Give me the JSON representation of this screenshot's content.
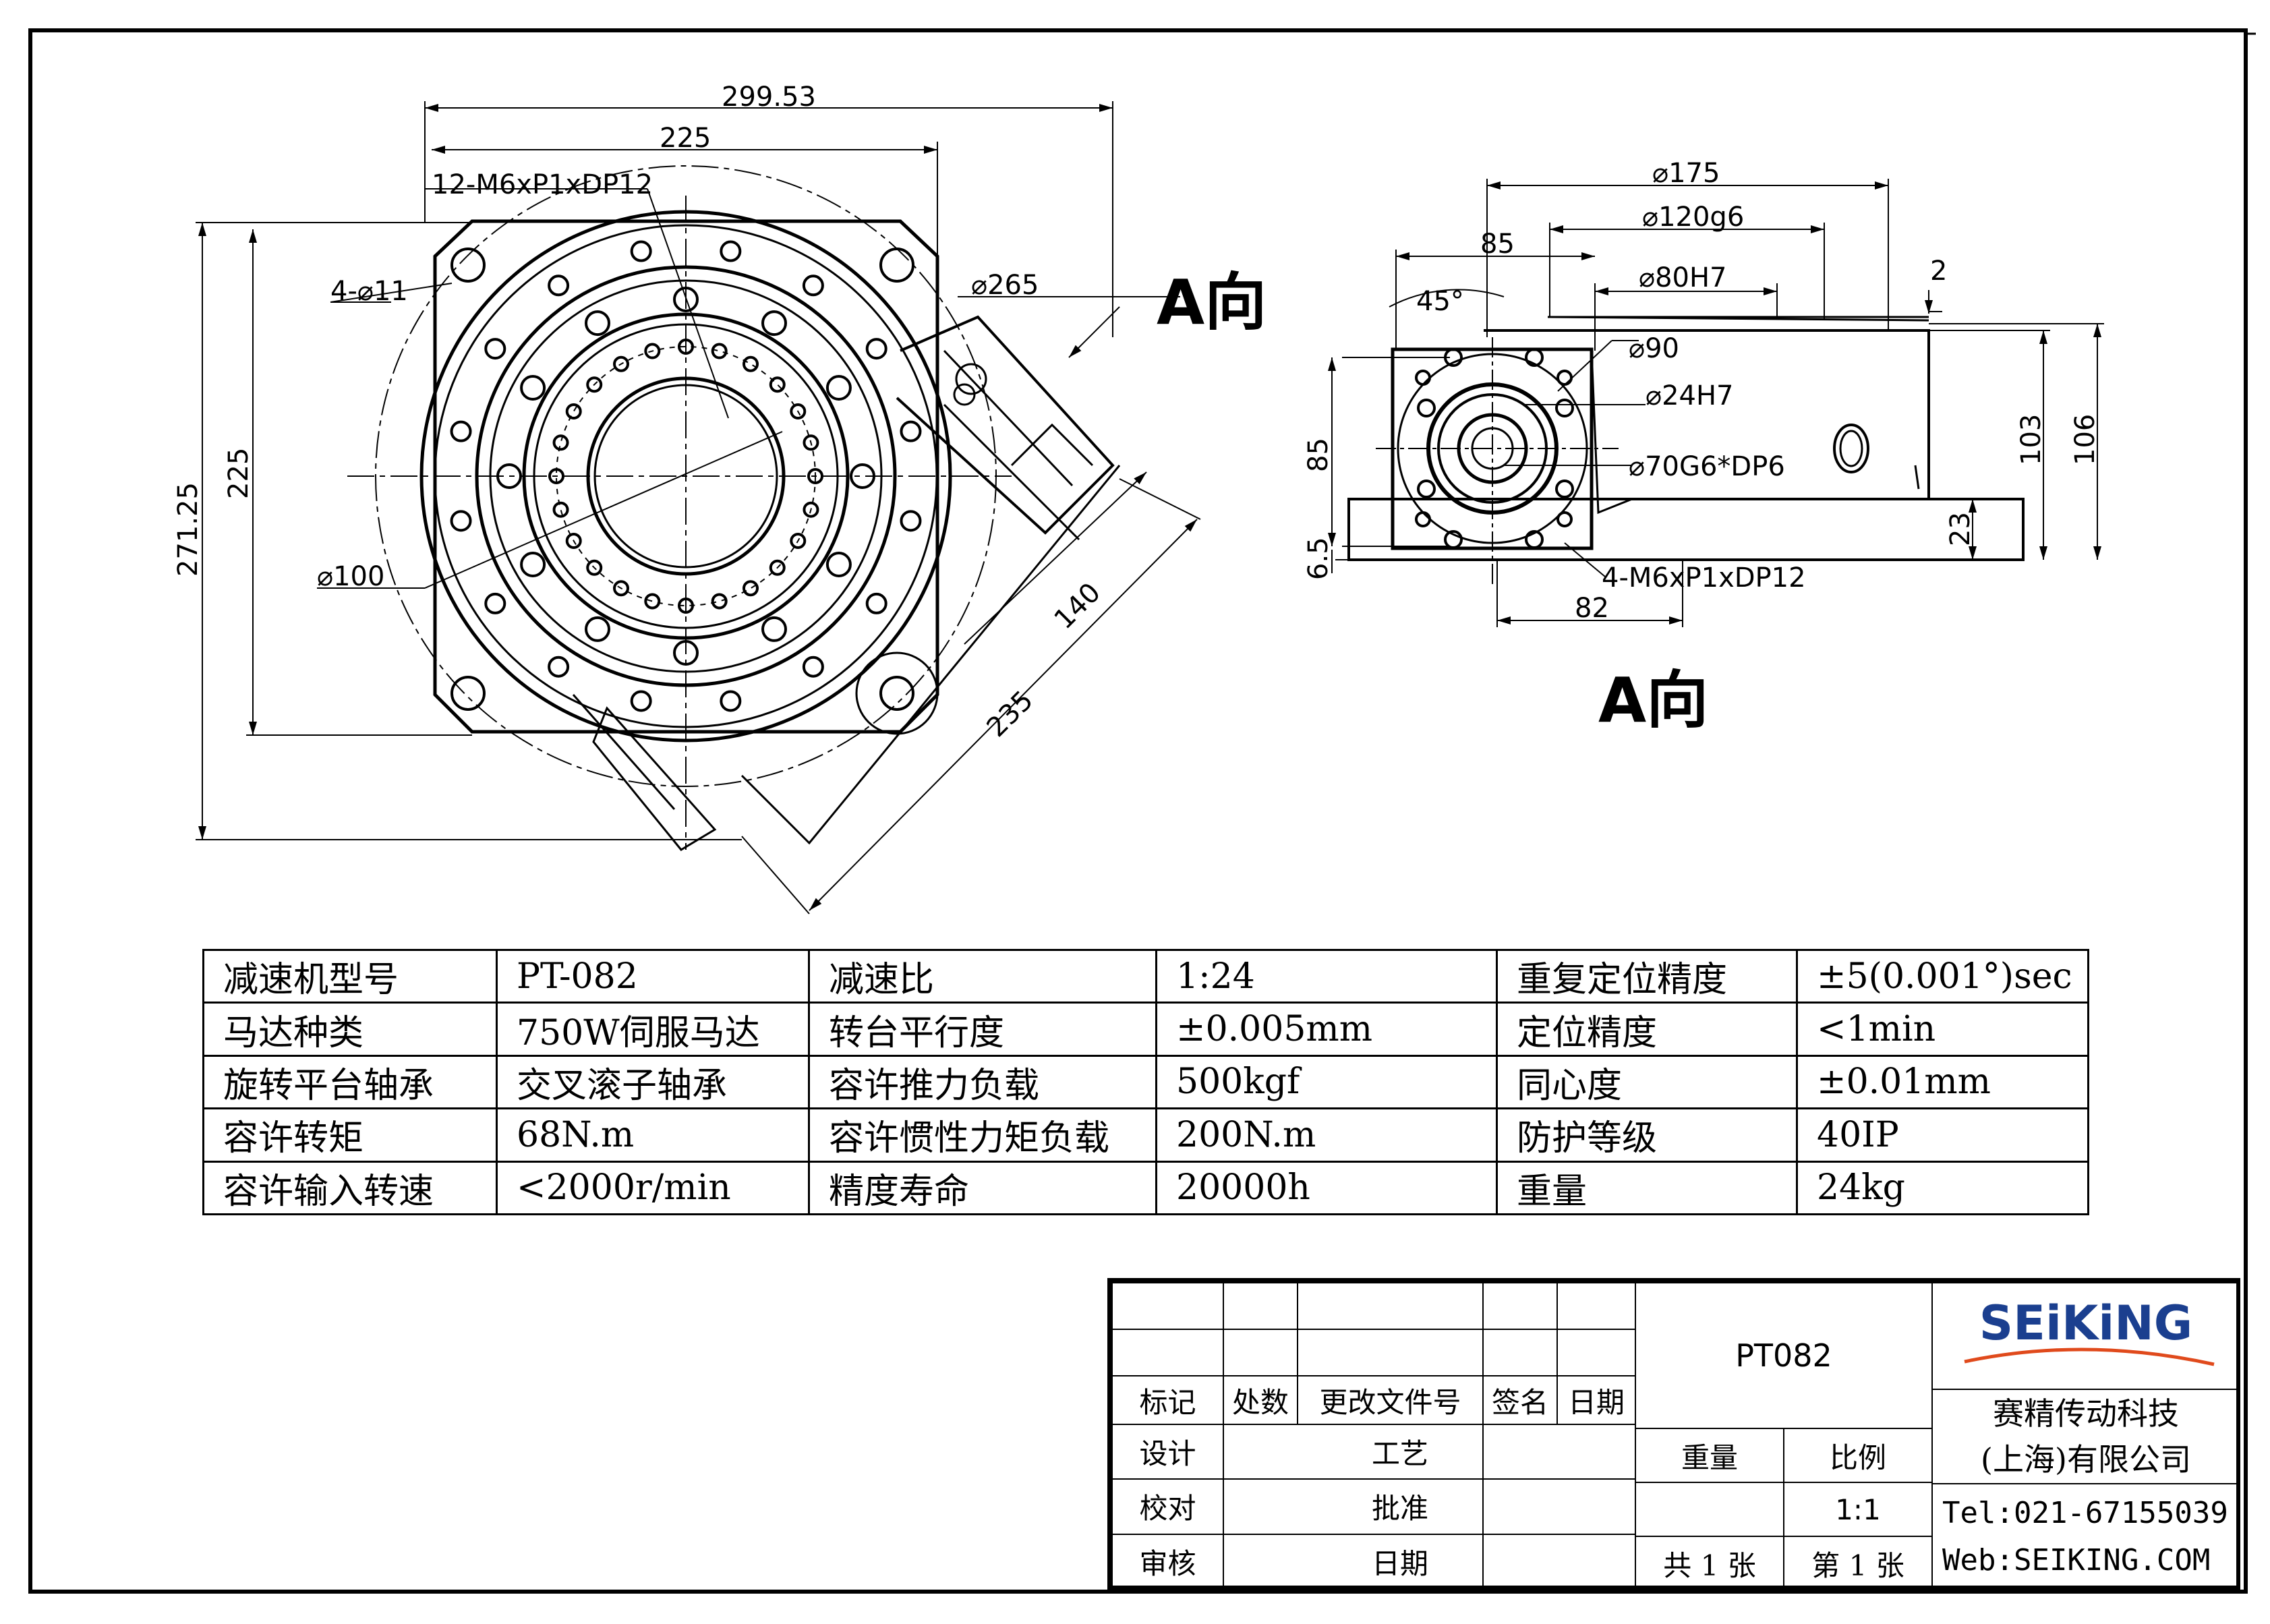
{
  "view_label": "A向",
  "dimensions": {
    "top_view": {
      "overall_width": "299.53",
      "flange_width": "225",
      "thread_holes": "12-M6xP1xDP12",
      "mount_holes": "4-⌀11",
      "bolt_circle": "⌀265",
      "center_bore": "⌀100",
      "overall_height": "271.25",
      "flange_height": "225",
      "motor_offset": "140",
      "motor_length": "235"
    },
    "side_view": {
      "d175": "⌀175",
      "d120": "⌀120g6",
      "d80": "⌀80H7",
      "offset_85": "85",
      "angle": "45°",
      "gap_2": "2",
      "d90": "⌀90",
      "d24": "⌀24H7",
      "d70": "⌀70G6*DP6",
      "height_85": "85",
      "height_6_5": "6.5",
      "holes_4": "4-M6xP1xDP12",
      "width_82": "82",
      "height_103": "103",
      "height_106": "106",
      "height_23": "23"
    }
  },
  "specs": [
    [
      "减速机型号",
      "PT-082",
      "减速比",
      "1:24",
      "重复定位精度",
      "±5(0.001°)sec"
    ],
    [
      "马达种类",
      "750W伺服马达",
      "转台平行度",
      "±0.005mm",
      "定位精度",
      "<1min"
    ],
    [
      "旋转平台轴承",
      "交叉滚子轴承",
      "容许推力负载",
      "500kgf",
      "同心度",
      "±0.01mm"
    ],
    [
      "容许转矩",
      "68N.m",
      "容许惯性力矩负载",
      "200N.m",
      "防护等级",
      "40IP"
    ],
    [
      "容许输入转速",
      "<2000r/min",
      "精度寿命",
      "20000h",
      "重量",
      "24kg"
    ]
  ],
  "title_block": {
    "revision_headers": [
      "标记",
      "处数",
      "更改文件号",
      "签名",
      "日期"
    ],
    "design": "设计",
    "check": "校对",
    "review": "审核",
    "craft": "工艺",
    "approve": "批准",
    "date": "日期",
    "drawing_number": "PT082",
    "weight_label": "重量",
    "scale_label": "比例",
    "scale_value": "1:1",
    "sheets_total": "共 1 张",
    "sheet_number": "第 1 张",
    "company_logo": "SEiKiNG",
    "company_name_line1": "赛精传动科技",
    "company_name_line2": "(上海)有限公司",
    "tel": "Tel:021-67155039",
    "web": "Web:SEIKING.COM"
  },
  "colors": {
    "logo_blue": "#1b3f8f",
    "logo_red": "#e04a1c"
  }
}
